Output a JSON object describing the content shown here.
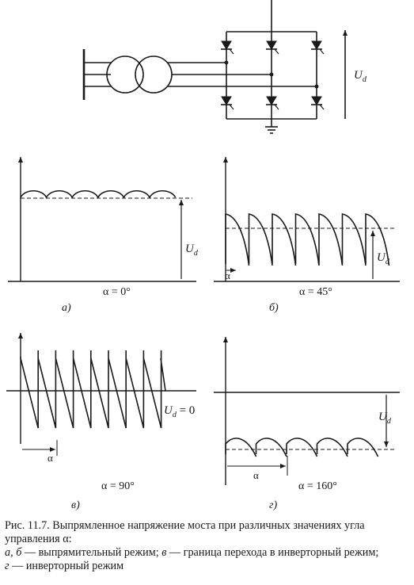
{
  "schematic": {
    "voltage_label": "U",
    "voltage_sub": "d"
  },
  "panels": [
    {
      "letter": "а)",
      "alpha_text": "α = 0°",
      "ud_label": "U",
      "ud_sub": "d",
      "alpha_mark": ""
    },
    {
      "letter": "б)",
      "alpha_text": "α = 45°",
      "ud_label": "U",
      "ud_sub": "d",
      "alpha_mark": "α"
    },
    {
      "letter": "в)",
      "alpha_text": "α = 90°",
      "ud_label": "U",
      "ud_sub": "d",
      "ud_value": " = 0",
      "alpha_mark": "α"
    },
    {
      "letter": "г)",
      "alpha_text": "α = 160°",
      "ud_label": "U",
      "ud_sub": "d",
      "alpha_mark": "α"
    }
  ],
  "caption": {
    "title_line1": "Рис. 11.7. Выпрямленное напряжение моста при различных значениях угла",
    "title_line2": "управления α:",
    "legend_a": "а",
    "legend_b": "б",
    "legend_ab_text": " — выпрямительный режим; ",
    "legend_v": "в",
    "legend_v_text": " — граница перехода в инверторный режим;",
    "legend_g": "г",
    "legend_g_text": " — инверторный режим"
  }
}
